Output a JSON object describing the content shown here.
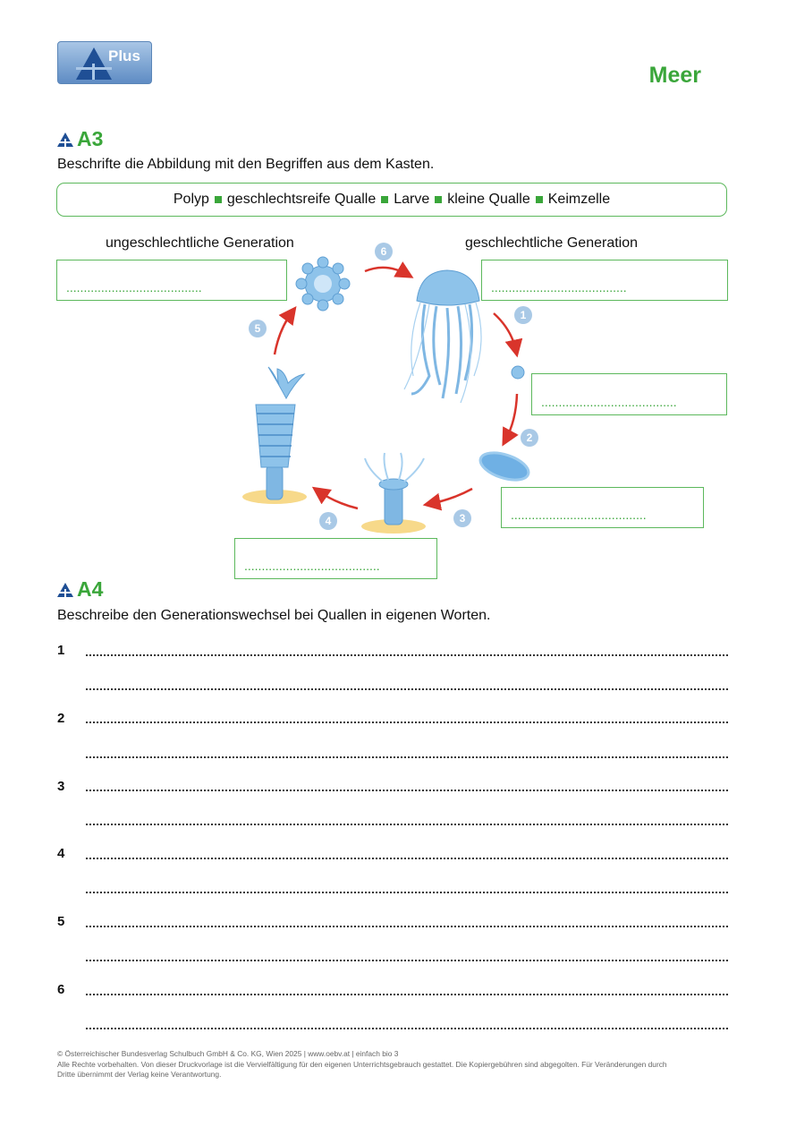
{
  "header": {
    "logo_text": "Plus",
    "topic": "Meer"
  },
  "a3": {
    "heading": "A3",
    "instruction": "Beschrifte die Abbildung mit den Begriffen aus dem Kasten.",
    "terms": [
      "Polyp",
      "geschlechtsreife Qualle",
      "Larve",
      "kleine Qualle",
      "Keimzelle"
    ],
    "label_left": "ungeschlechtliche Generation",
    "label_right": "geschlechtliche Generation",
    "steps": [
      "1",
      "2",
      "3",
      "4",
      "5",
      "6"
    ],
    "answer_dots": ".......................................",
    "colors": {
      "accent": "#3aa63a",
      "arrow": "#d9342b",
      "organism": "#8ec3ea",
      "step": "#a9c9e6"
    }
  },
  "a4": {
    "heading": "A4",
    "instruction": "Beschreibe den Generationswechsel bei Quallen in eigenen Worten.",
    "line_numbers": [
      "1",
      "2",
      "3",
      "4",
      "5",
      "6"
    ]
  },
  "footer": {
    "line1": "© Österreichischer Bundesverlag Schulbuch GmbH & Co. KG, Wien 2025 | www.oebv.at | einfach bio 3",
    "line2": "Alle Rechte vorbehalten. Von dieser Druckvorlage ist die Vervielfältigung für den eigenen Unterrichtsgebrauch gestattet. Die Kopiergebühren sind abgegolten. Für Veränderungen durch",
    "line3": "Dritte übernimmt der Verlag keine Verantwortung."
  }
}
